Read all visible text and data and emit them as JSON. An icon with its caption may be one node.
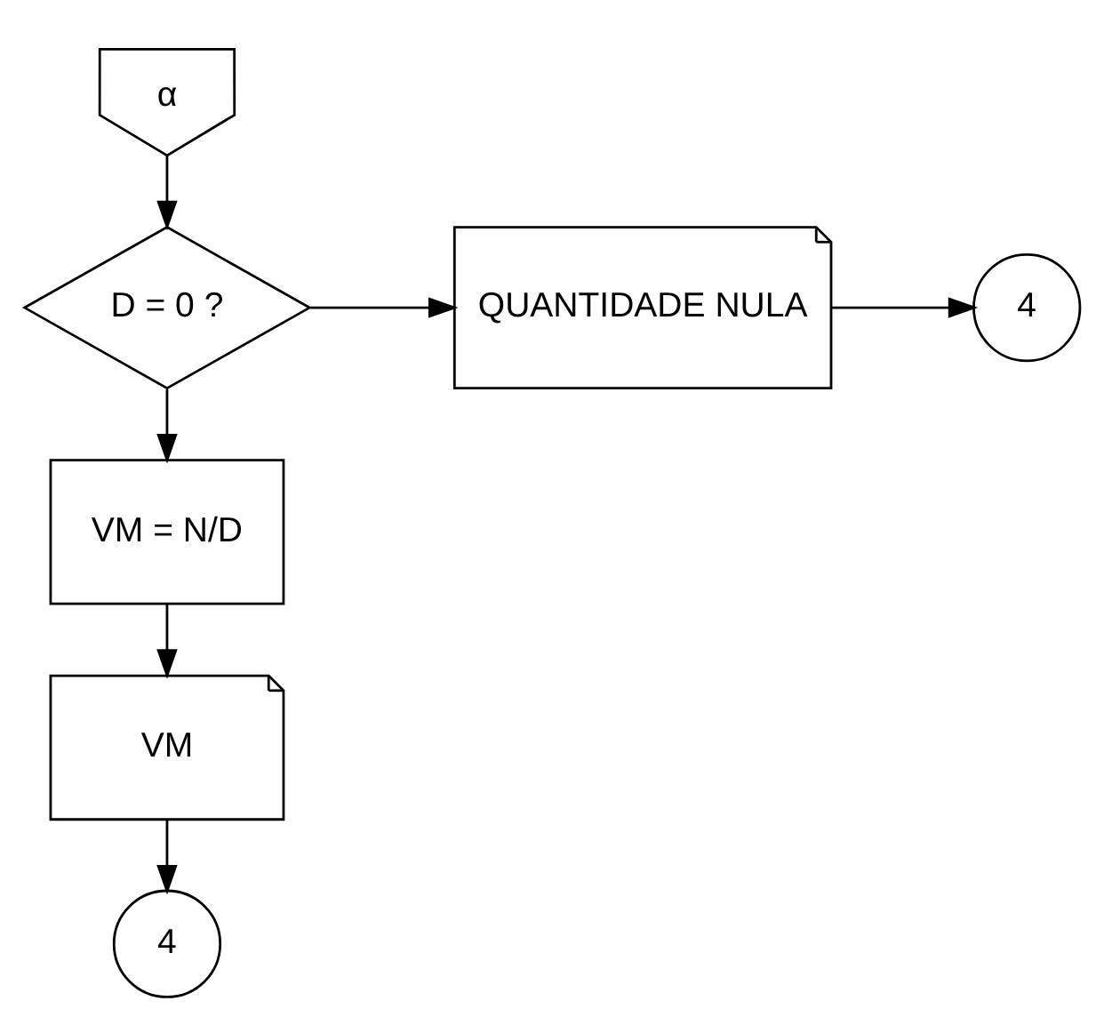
{
  "diagram": {
    "nodes": [
      {
        "text": [
          "α"
        ]
      },
      {
        "text": [
          "D = 0 ?"
        ]
      },
      {
        "text": [
          "QUANTIDADE NULA"
        ]
      },
      {
        "text": [
          "4"
        ]
      },
      {
        "text": [
          "VM = N/D"
        ]
      },
      {
        "text": [
          "VM"
        ]
      },
      {
        "text": [
          "4"
        ]
      }
    ],
    "edges": [
      {
        "from": 0,
        "to": 1,
        "arrow": "to"
      },
      {
        "from": 1,
        "to": 2,
        "arrow": "to"
      },
      {
        "from": 2,
        "to": 3,
        "arrow": "to"
      },
      {
        "from": 1,
        "to": 4,
        "arrow": "to"
      },
      {
        "from": 4,
        "to": 5,
        "arrow": "to"
      },
      {
        "from": 5,
        "to": 6,
        "arrow": "to"
      }
    ]
  }
}
